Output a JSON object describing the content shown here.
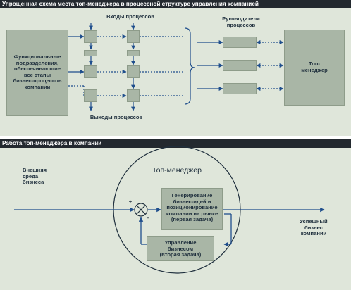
{
  "diagram1": {
    "title": "Упрощенная схема места топ-менеджера в процессной структуре управления компанией",
    "functional_units": "Функциональные\nподразделения,\nобеспечивающие\nвсе этапы\nбизнес-процессов\nкомпании",
    "process_inputs": "Входы процессов",
    "process_outputs": "Выходы процессов",
    "process_leaders": "Руководители\nпроцессов",
    "top_manager": "Топ-\nменеджер"
  },
  "diagram2": {
    "title": "Работа топ-менеджера в компании",
    "external_env": "Внешняя\nсреда\nбизнеса",
    "top_manager": "Топ-менеджер",
    "task1": "Генерирование\nбизнес-идей и\nпозиционирование\nкомпании на рынке\n(первая задача)",
    "task2": "Управление\nбизнесом\n(вторая задача)",
    "successful_business": "Успешный\nбизнес\nкомпании",
    "plus_sign": "+",
    "minus_sign": "–"
  },
  "colors": {
    "background_band": "#dfe6da",
    "box_fill": "#a9b6a6",
    "arrow_blue": "#1f4e8c",
    "title_bar": "#23292f"
  }
}
